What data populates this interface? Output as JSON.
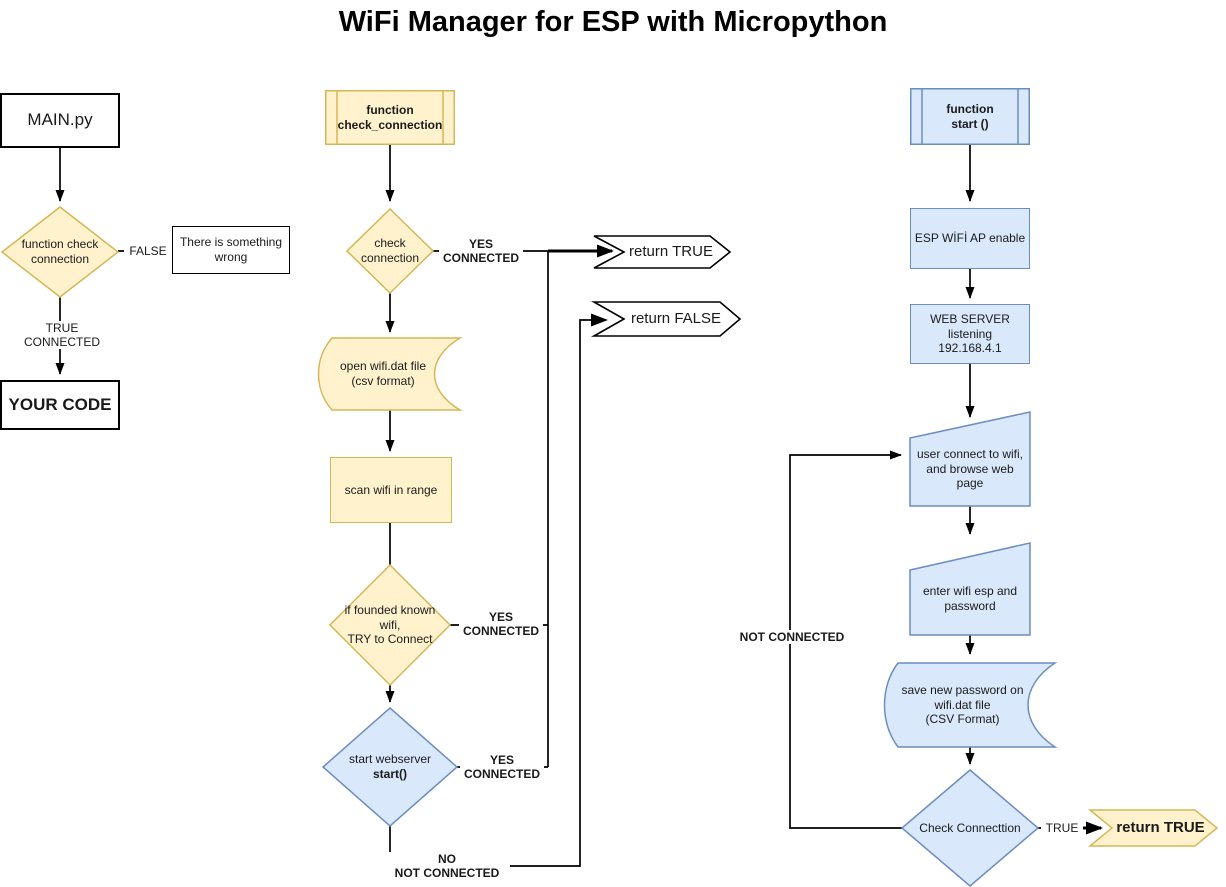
{
  "title": "WiFi Manager for ESP with Micropython",
  "colors": {
    "yellow_fill": "#FFF2CC",
    "yellow_stroke": "#D6B656",
    "blue_fill": "#DAE8FC",
    "blue_stroke": "#6C8EBF",
    "line": "#000000"
  },
  "left": {
    "main": "MAIN.py",
    "decision": "function check\nconnection",
    "false_label": "FALSE",
    "wrong": "There is something\nwrong",
    "true_label": "TRUE\nCONNECTED",
    "your_code": "YOUR CODE"
  },
  "middle": {
    "func": "function\ncheck_connection",
    "decision1": "check\nconnection",
    "yes1": "YES\nCONNECTED",
    "return_true": "return TRUE",
    "return_false": "return FALSE",
    "open_file": "open wifi.dat file\n(csv format)",
    "scan": "scan wifi in range",
    "decision2": "if founded known\nwifi,\nTRY to Connect",
    "yes2": "YES\nCONNECTED",
    "webserver_line1": "start webserver",
    "webserver_line2": "start()",
    "yes3": "YES\nCONNECTED",
    "no_label": "NO\nNOT CONNECTED"
  },
  "right": {
    "func": "function\nstart ()",
    "ap_enable": "ESP WİFİ AP enable",
    "web_server": "WEB SERVER\nlistening\n192.168.4.1",
    "user_connect": "user connect to wifi,\nand browse web\npage",
    "enter_wifi": "enter wifi esp and\npassword",
    "save_password": "save new password on\nwifi.dat file\n(CSV Format)",
    "decision": "Check Connecttion",
    "true_label": "TRUE",
    "return_true": "return TRUE",
    "not_connected": "NOT CONNECTED"
  }
}
